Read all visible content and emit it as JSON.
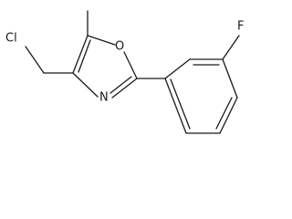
{
  "molecule": {
    "atom_labels": {
      "chlorine": "Cl",
      "oxygen": "O",
      "nitrogen": "N",
      "fluorine": "F"
    }
  }
}
